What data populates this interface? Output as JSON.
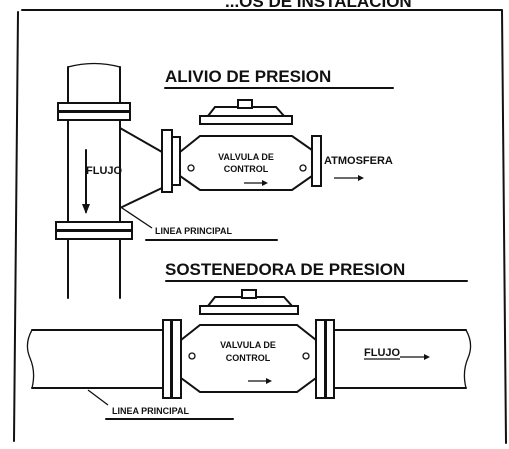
{
  "header": {
    "title_cut": "...OS DE INSTALACION"
  },
  "relief": {
    "title": "ALIVIO DE PRESION",
    "flow_label": "FLUJO",
    "valve_label_1": "VALVULA DE",
    "valve_label_2": "CONTROL",
    "outlet_label": "ATMOSFERA",
    "main_line_label": "LINEA PRINCIPAL"
  },
  "sustaining": {
    "title": "SOSTENEDORA DE PRESION",
    "valve_label_1": "VALVULA DE",
    "valve_label_2": "CONTROL",
    "flow_label": "FLUJO",
    "main_line_label": "LINEA PRINCIPAL"
  },
  "colors": {
    "ink": "#111111",
    "paper": "#ffffff"
  }
}
